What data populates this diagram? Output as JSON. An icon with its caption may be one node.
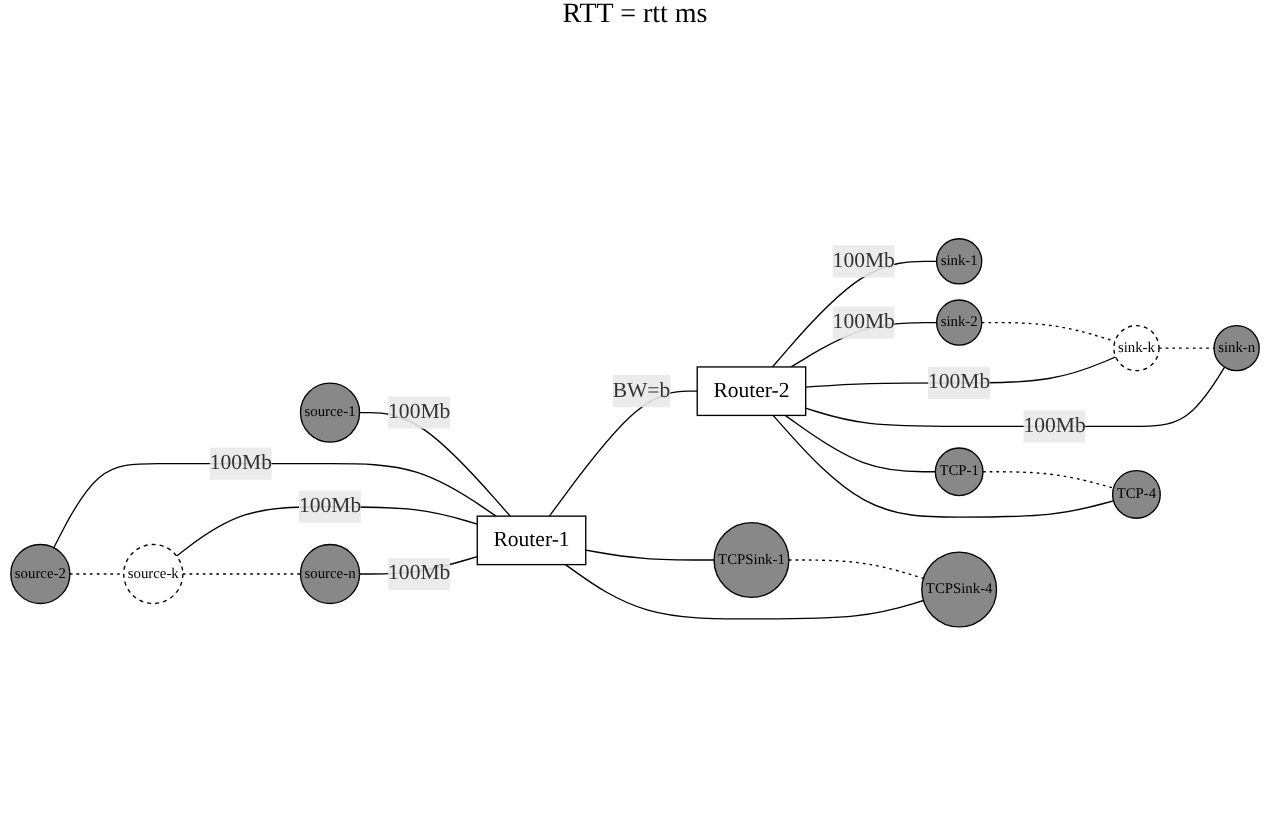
{
  "diagram": {
    "nodes": [
      {
        "text": [
          "source-1"
        ]
      },
      {
        "text": [
          "source-2"
        ]
      },
      {
        "text": [
          "source-k"
        ]
      },
      {
        "text": [
          "source-n"
        ]
      },
      {
        "text": [
          "Router-1"
        ]
      },
      {
        "text": [
          "Router-2"
        ]
      },
      {
        "text": [
          "sink-1"
        ]
      },
      {
        "text": [
          "sink-2"
        ]
      },
      {
        "text": [
          "sink-k"
        ]
      },
      {
        "text": [
          "sink-n"
        ]
      },
      {
        "text": [
          "TCPSink-1"
        ]
      },
      {
        "text": [
          "TCPSink-4"
        ]
      },
      {
        "text": [
          "TCP-1"
        ]
      },
      {
        "text": [
          "TCP-4"
        ]
      }
    ],
    "edges": [
      {
        "from": 0,
        "to": 4,
        "arrow": "none",
        "label": "100Mb"
      },
      {
        "from": 1,
        "to": 4,
        "arrow": "none",
        "label": "100Mb"
      },
      {
        "from": 2,
        "to": 4,
        "arrow": "none",
        "label": "100Mb"
      },
      {
        "from": 3,
        "to": 4,
        "arrow": "none",
        "label": "100Mb"
      },
      {
        "from": 1,
        "to": 2,
        "arrow": "none",
        "style": "dashed"
      },
      {
        "from": 2,
        "to": 3,
        "arrow": "none",
        "style": "dashed"
      },
      {
        "from": 4,
        "to": 5,
        "arrow": "none",
        "label": "BW=b"
      },
      {
        "from": 5,
        "to": 6,
        "arrow": "none",
        "label": "100Mb"
      },
      {
        "from": 5,
        "to": 7,
        "arrow": "none",
        "label": "100Mb"
      },
      {
        "from": 5,
        "to": 8,
        "arrow": "none",
        "label": "100Mb"
      },
      {
        "from": 5,
        "to": 9,
        "arrow": "none",
        "label": "100Mb"
      },
      {
        "from": 7,
        "to": 8,
        "arrow": "none",
        "style": "dashed"
      },
      {
        "from": 8,
        "to": 9,
        "arrow": "none",
        "style": "dashed"
      },
      {
        "from": 4,
        "to": 10,
        "arrow": "none"
      },
      {
        "from": 4,
        "to": 11,
        "arrow": "none"
      },
      {
        "from": 10,
        "to": 11,
        "arrow": "none",
        "style": "dashed"
      },
      {
        "from": 5,
        "to": 12,
        "arrow": "none"
      },
      {
        "from": 5,
        "to": 13,
        "arrow": "none"
      },
      {
        "from": 12,
        "to": 13,
        "arrow": "none",
        "style": "dashed"
      }
    ],
    "labels": [
      "RTT = rtt ms"
    ]
  }
}
